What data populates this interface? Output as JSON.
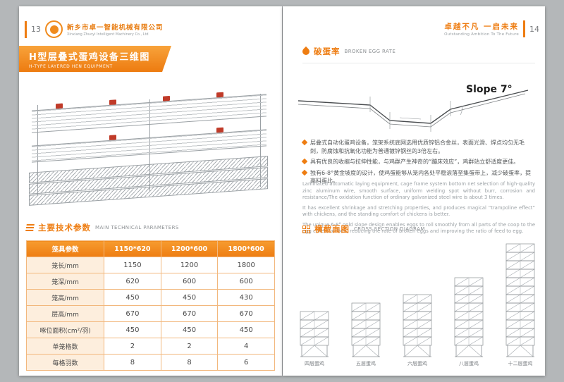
{
  "colors": {
    "accent": "#ee7d12",
    "page_bg": "#b4b7b9",
    "gray_text": "#8c9093"
  },
  "left_page": {
    "page_number": "13",
    "company_cn": "新乡市卓一智能机械有限公司",
    "company_en": "Xinxiang Zhuoyi Intelligent Machinery Co., Ltd",
    "banner": {
      "title_cn": "H型层叠式蛋鸡设备三维图",
      "title_en": "H-TYPE LAYERED HEN EQUIPMENT"
    },
    "params": {
      "title_cn": "主要技术参数",
      "title_en": "MAIN TECHNICAL PARAMETERS"
    },
    "table": {
      "header": [
        "笼具参数",
        "1150*620",
        "1200*600",
        "1800*600"
      ],
      "rows": [
        [
          "笼长/mm",
          "1150",
          "1200",
          "1800"
        ],
        [
          "笼深/mm",
          "620",
          "600",
          "600"
        ],
        [
          "笼高/mm",
          "450",
          "450",
          "430"
        ],
        [
          "层高/mm",
          "670",
          "670",
          "670"
        ],
        [
          "啄位面积(cm²/羽)",
          "450",
          "450",
          "450"
        ],
        [
          "单笼格数",
          "2",
          "2",
          "4"
        ],
        [
          "每格羽数",
          "8",
          "8",
          "6"
        ]
      ]
    }
  },
  "right_page": {
    "page_number": "14",
    "slogan_cn": "卓越不凡  一启未来",
    "slogan_en": "Outstanding Ambition To The Future",
    "broken_egg": {
      "title_cn": "破蛋率",
      "title_en": "BROKEN EGG RATE",
      "slope_label": "Slope 7°",
      "bullets_cn": [
        "层叠式自动化蛋鸡设备，笼架系统底网选用优质锌铝合金丝，表面光滑、焊点均匀无毛刺，防腐蚀和抗氧化功能为普通镀锌钢丝的3倍左右。",
        "具有优良的收缩与拉伸性能，与鸡群产生神奇的“蹦床效应”，鸡群站立舒适度更佳。",
        "独有6-8°黄金坡度的设计，使鸡蛋能够从笼内各处平稳滚落至集蛋带上，减少破蛋率，提高料蛋比。"
      ],
      "paragraphs_en": [
        "Laminated automatic laying equipment, cage frame system bottom net selection of high-quality zinc aluminum wire, smooth surface, uniform welding spot without burr, corrosion and resistance/The oxidation function of ordinary galvanized steel wire is about 3 times.",
        "It has excellent shrinkage and stretching properties, and produces magical “trampoline effect” with chickens, and the standing comfort of chickens is better.",
        "The unique 6-8° gold slope design enables eggs to roll smoothly from all parts of the coop to the egg collection belt, reducing the rate of broken eggs and improving the ratio of feed to egg."
      ]
    },
    "cross_section": {
      "title_cn": "横截面图",
      "title_en": "CROSS SECTION DIAGRAM",
      "towers": [
        {
          "label": "四层蛋鸡",
          "layers": 4
        },
        {
          "label": "五层蛋鸡",
          "layers": 5
        },
        {
          "label": "六层蛋鸡",
          "layers": 6
        },
        {
          "label": "八层蛋鸡",
          "layers": 8
        },
        {
          "label": "十二层蛋鸡",
          "layers": 12
        }
      ]
    }
  }
}
